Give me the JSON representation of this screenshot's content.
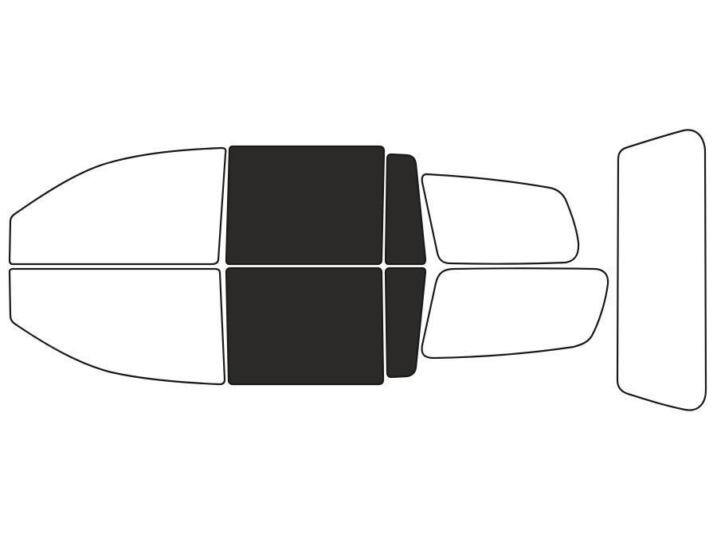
{
  "colors": {
    "background": "#ffffff",
    "outline": "#1a1a1a",
    "clear_fill": "#ffffff",
    "tinted_fill": "#2b2a29"
  },
  "windows": [
    {
      "name": "windshield-top-half",
      "tinted": false
    },
    {
      "name": "windshield-bottom-half",
      "tinted": false
    },
    {
      "name": "front-door-window-top",
      "tinted": true
    },
    {
      "name": "front-door-window-bottom",
      "tinted": true
    },
    {
      "name": "rear-door-window-top",
      "tinted": true
    },
    {
      "name": "rear-door-window-bottom",
      "tinted": true
    },
    {
      "name": "rear-quarter-window-top",
      "tinted": false
    },
    {
      "name": "rear-quarter-window-bottom",
      "tinted": false
    },
    {
      "name": "rear-windshield",
      "tinted": false
    }
  ]
}
